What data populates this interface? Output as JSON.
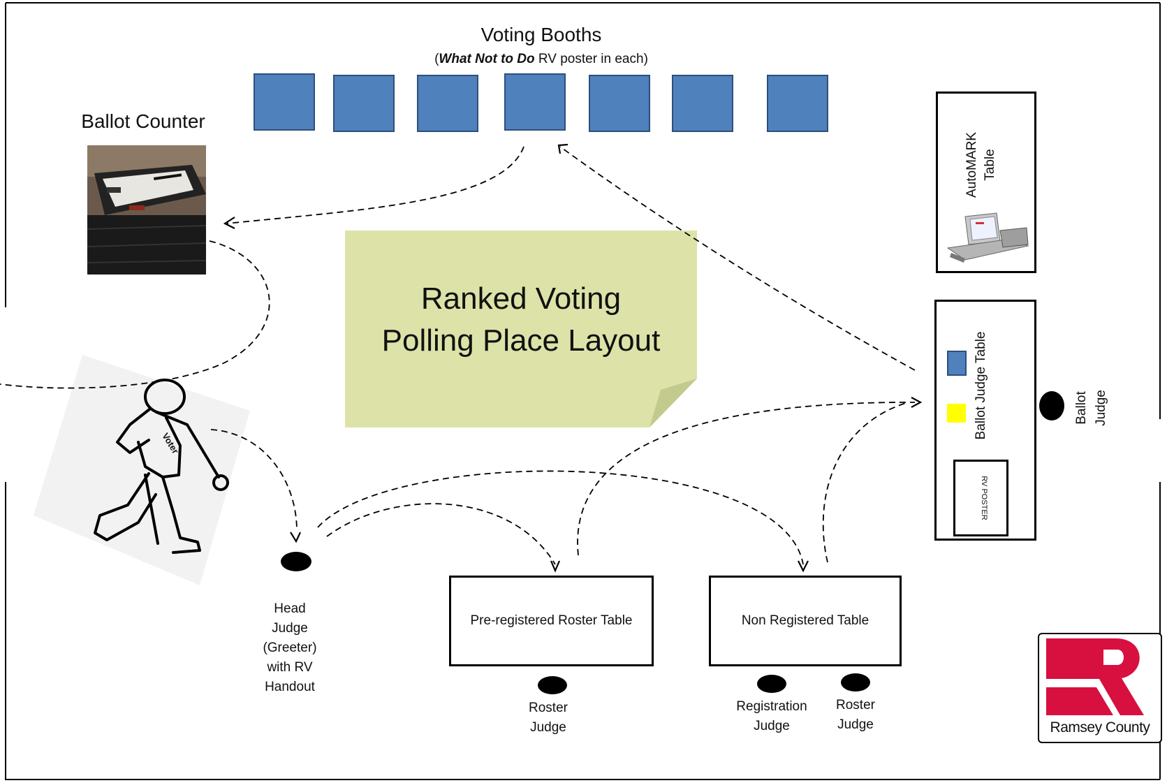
{
  "title_line1": "Ranked Voting",
  "title_line2": "Polling Place Layout",
  "voting_booths": {
    "label": "Voting Booths",
    "sub_prefix": "(",
    "sub_bold": "What Not to Do",
    "sub_rest": " RV poster in each)",
    "count": 7
  },
  "ballot_counter": {
    "label": "Ballot Counter"
  },
  "automark_table": {
    "line1": "AutoMARK",
    "line2": "Table"
  },
  "ballot_judge_table": {
    "label": "Ballot  Judge Table",
    "poster": "RV POSTER"
  },
  "ballot_judge": {
    "line1": "Ballot",
    "line2": "Judge"
  },
  "voter": {
    "label": "Voter"
  },
  "head_judge": {
    "lines": [
      "Head",
      "Judge",
      "(Greeter)",
      "with RV",
      "Handout"
    ]
  },
  "pre_registered_table": {
    "label": "Pre-registered Roster Table"
  },
  "non_registered_table": {
    "label": "Non Registered Table"
  },
  "roster_judge_1": {
    "line1": "Roster",
    "line2": "Judge"
  },
  "registration_judge": {
    "line1": "Registration",
    "line2": "Judge"
  },
  "roster_judge_2": {
    "line1": "Roster",
    "line2": "Judge"
  },
  "logo": {
    "text": "Ramsey County"
  },
  "colors": {
    "booth": "#4f81bd",
    "sticky": "#dde3a8",
    "logo_red": "#d7103f",
    "yellow": "#ffff00"
  }
}
